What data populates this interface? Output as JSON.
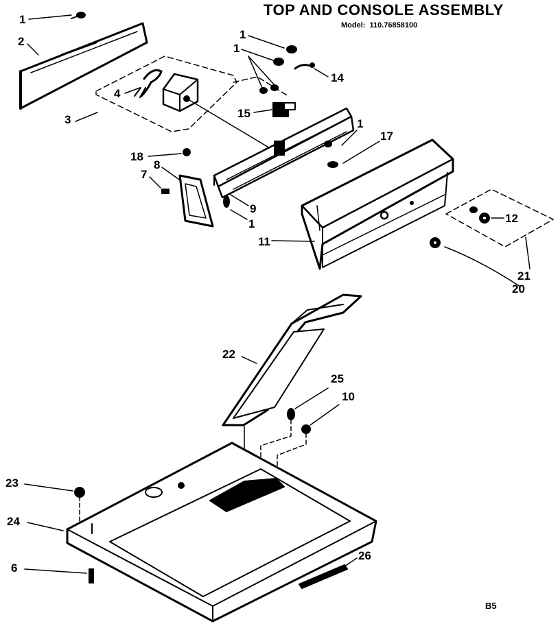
{
  "header": {
    "title": "TOP AND CONSOLE ASSEMBLY",
    "model_label": "Model:",
    "model_number": "110.76858100"
  },
  "footer": {
    "page_code": "B5"
  },
  "callouts": [
    {
      "id": "c1a",
      "text": "1"
    },
    {
      "id": "c2",
      "text": "2"
    },
    {
      "id": "c3",
      "text": "3"
    },
    {
      "id": "c4",
      "text": "4"
    },
    {
      "id": "c1b",
      "text": "1"
    },
    {
      "id": "c1c",
      "text": "1"
    },
    {
      "id": "c14",
      "text": "14"
    },
    {
      "id": "c15",
      "text": "15"
    },
    {
      "id": "c1d",
      "text": "1"
    },
    {
      "id": "c17",
      "text": "17"
    },
    {
      "id": "c18",
      "text": "18"
    },
    {
      "id": "c8",
      "text": "8"
    },
    {
      "id": "c7",
      "text": "7"
    },
    {
      "id": "c9",
      "text": "9"
    },
    {
      "id": "c1e",
      "text": "1"
    },
    {
      "id": "c11",
      "text": "11"
    },
    {
      "id": "c12",
      "text": "12"
    },
    {
      "id": "c21",
      "text": "21"
    },
    {
      "id": "c20",
      "text": "20"
    },
    {
      "id": "c22",
      "text": "22"
    },
    {
      "id": "c25",
      "text": "25"
    },
    {
      "id": "c10",
      "text": "10"
    },
    {
      "id": "c23",
      "text": "23"
    },
    {
      "id": "c24",
      "text": "24"
    },
    {
      "id": "c6",
      "text": "6"
    },
    {
      "id": "c26",
      "text": "26"
    }
  ]
}
